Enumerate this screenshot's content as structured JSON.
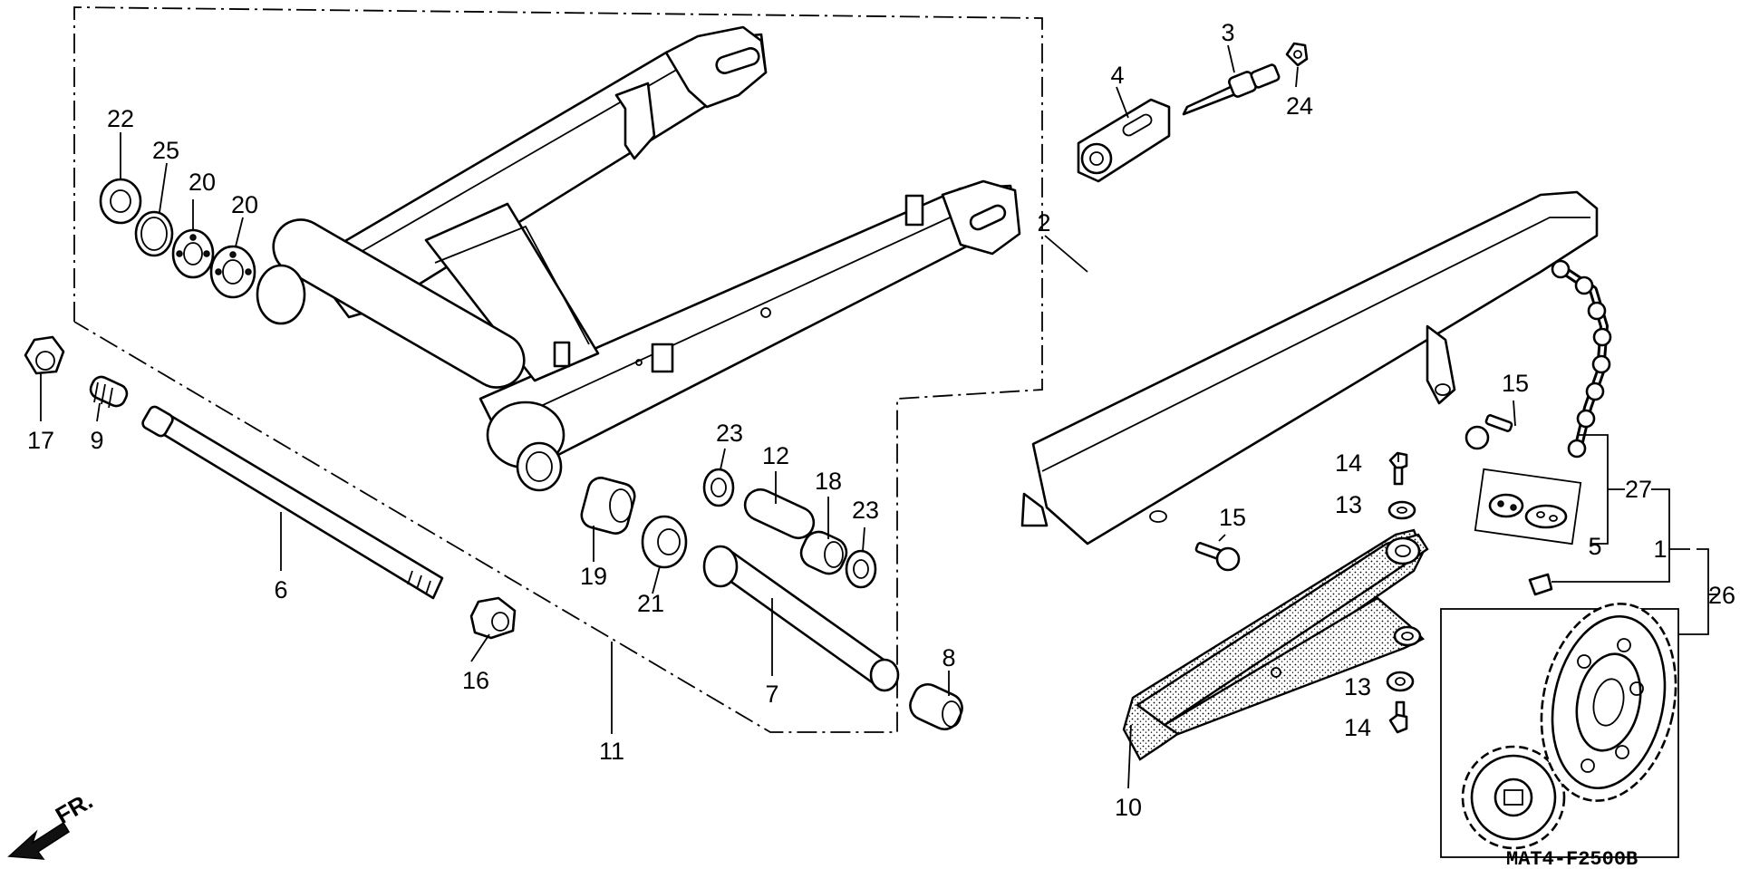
{
  "diagram": {
    "part_code": "MAT4-F2500B",
    "direction_label": "FR.",
    "callouts": [
      {
        "id": "c1",
        "text": "1"
      },
      {
        "id": "c2",
        "text": "2"
      },
      {
        "id": "c3",
        "text": "3"
      },
      {
        "id": "c4",
        "text": "4"
      },
      {
        "id": "c5",
        "text": "5"
      },
      {
        "id": "c6",
        "text": "6"
      },
      {
        "id": "c7",
        "text": "7"
      },
      {
        "id": "c8",
        "text": "8"
      },
      {
        "id": "c9",
        "text": "9"
      },
      {
        "id": "c10",
        "text": "10"
      },
      {
        "id": "c11",
        "text": "11"
      },
      {
        "id": "c12",
        "text": "12"
      },
      {
        "id": "c13a",
        "text": "13"
      },
      {
        "id": "c13b",
        "text": "13"
      },
      {
        "id": "c14a",
        "text": "14"
      },
      {
        "id": "c14b",
        "text": "14"
      },
      {
        "id": "c15a",
        "text": "15"
      },
      {
        "id": "c15b",
        "text": "15"
      },
      {
        "id": "c16",
        "text": "16"
      },
      {
        "id": "c17",
        "text": "17"
      },
      {
        "id": "c18",
        "text": "18"
      },
      {
        "id": "c19",
        "text": "19"
      },
      {
        "id": "c20a",
        "text": "20"
      },
      {
        "id": "c20b",
        "text": "20"
      },
      {
        "id": "c21",
        "text": "21"
      },
      {
        "id": "c22",
        "text": "22"
      },
      {
        "id": "c23a",
        "text": "23"
      },
      {
        "id": "c23b",
        "text": "23"
      },
      {
        "id": "c24",
        "text": "24"
      },
      {
        "id": "c25",
        "text": "25"
      },
      {
        "id": "c26",
        "text": "26"
      },
      {
        "id": "c27",
        "text": "27"
      }
    ]
  }
}
